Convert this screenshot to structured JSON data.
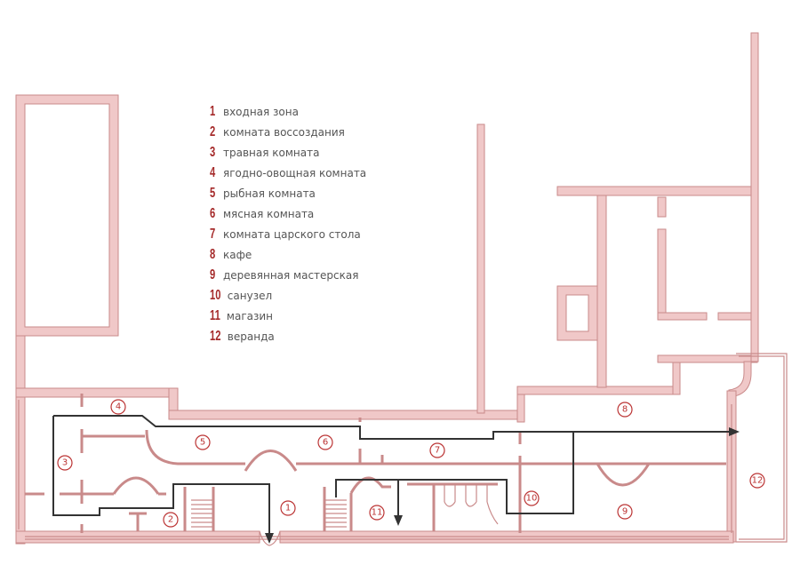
{
  "legend": [
    {
      "num": "1",
      "text": "входная зона"
    },
    {
      "num": "2",
      "text": "комната воссоздания"
    },
    {
      "num": "3",
      "text": "травная комната"
    },
    {
      "num": "4",
      "text": "ягодно-овощная комната"
    },
    {
      "num": "5",
      "text": "рыбная комната"
    },
    {
      "num": "6",
      "text": "мясная комната"
    },
    {
      "num": "7",
      "text": "комната царского стола"
    },
    {
      "num": "8",
      "text": "кафе"
    },
    {
      "num": "9",
      "text": "деревянная мастерская"
    },
    {
      "num": "10",
      "text": "санузел"
    },
    {
      "num": "11",
      "text": "магазин"
    },
    {
      "num": "12",
      "text": "веранда"
    }
  ],
  "rooms": [
    "1",
    "2",
    "3",
    "4",
    "5",
    "6",
    "7",
    "8",
    "9",
    "10",
    "11",
    "12"
  ],
  "colors": {
    "wall": "#c98a8a",
    "label": "#b33333",
    "route": "#333333"
  }
}
